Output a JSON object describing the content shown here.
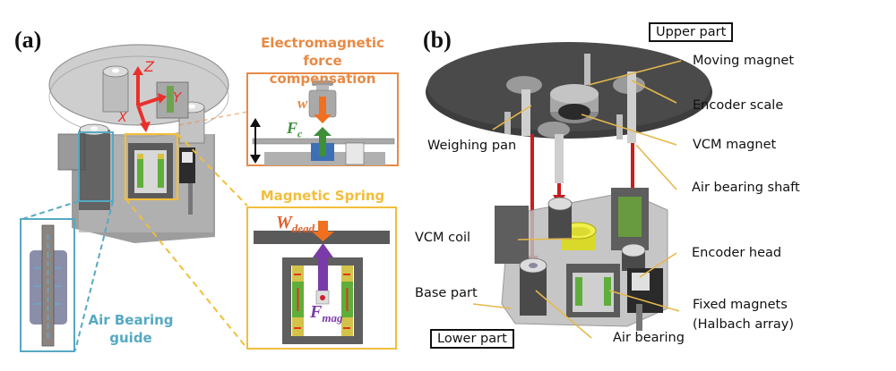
{
  "figure": {
    "panel_a": {
      "label": "(a)",
      "axes": {
        "z": "Z",
        "y": "Y",
        "x": "X"
      },
      "emf": {
        "title_line1": "Electromagnetic force",
        "title_line2": "compensation",
        "weight_symbol": "w",
        "force_symbol": "F",
        "force_subscript": "c"
      },
      "magnetic_spring": {
        "title": "Magnetic Spring",
        "dead_weight_symbol": "W",
        "dead_weight_subscript": "dead",
        "force_symbol": "F",
        "force_subscript": "mag"
      },
      "air_bearing": {
        "title_line1": "Air Bearing",
        "title_line2": "guide"
      }
    },
    "panel_b": {
      "label": "(b)",
      "upper_part": "Upper part",
      "lower_part": "Lower part",
      "callouts": {
        "moving_magnet": "Moving magnet",
        "encoder_scale": "Encoder scale",
        "weighing_pan": "Weighing pan",
        "vcm_magnet": "VCM magnet",
        "air_bearing_shaft": "Air bearing shaft",
        "vcm_coil": "VCM coil",
        "encoder_head": "Encoder head",
        "base_part": "Base part",
        "fixed_magnets_line1": "Fixed magnets",
        "fixed_magnets_line2": "(Halbach array)",
        "air_bearing": "Air bearing"
      }
    },
    "colors": {
      "emf_orange": "#E88A45",
      "spring_yellow": "#F2BE3C",
      "air_blue": "#55A9C2",
      "axis_red": "#E8302A",
      "force_green": "#3E8E3A",
      "force_purple": "#7A3AA8",
      "arrow_red": "#C81E1E",
      "callout_line": "#E5B84A"
    }
  }
}
